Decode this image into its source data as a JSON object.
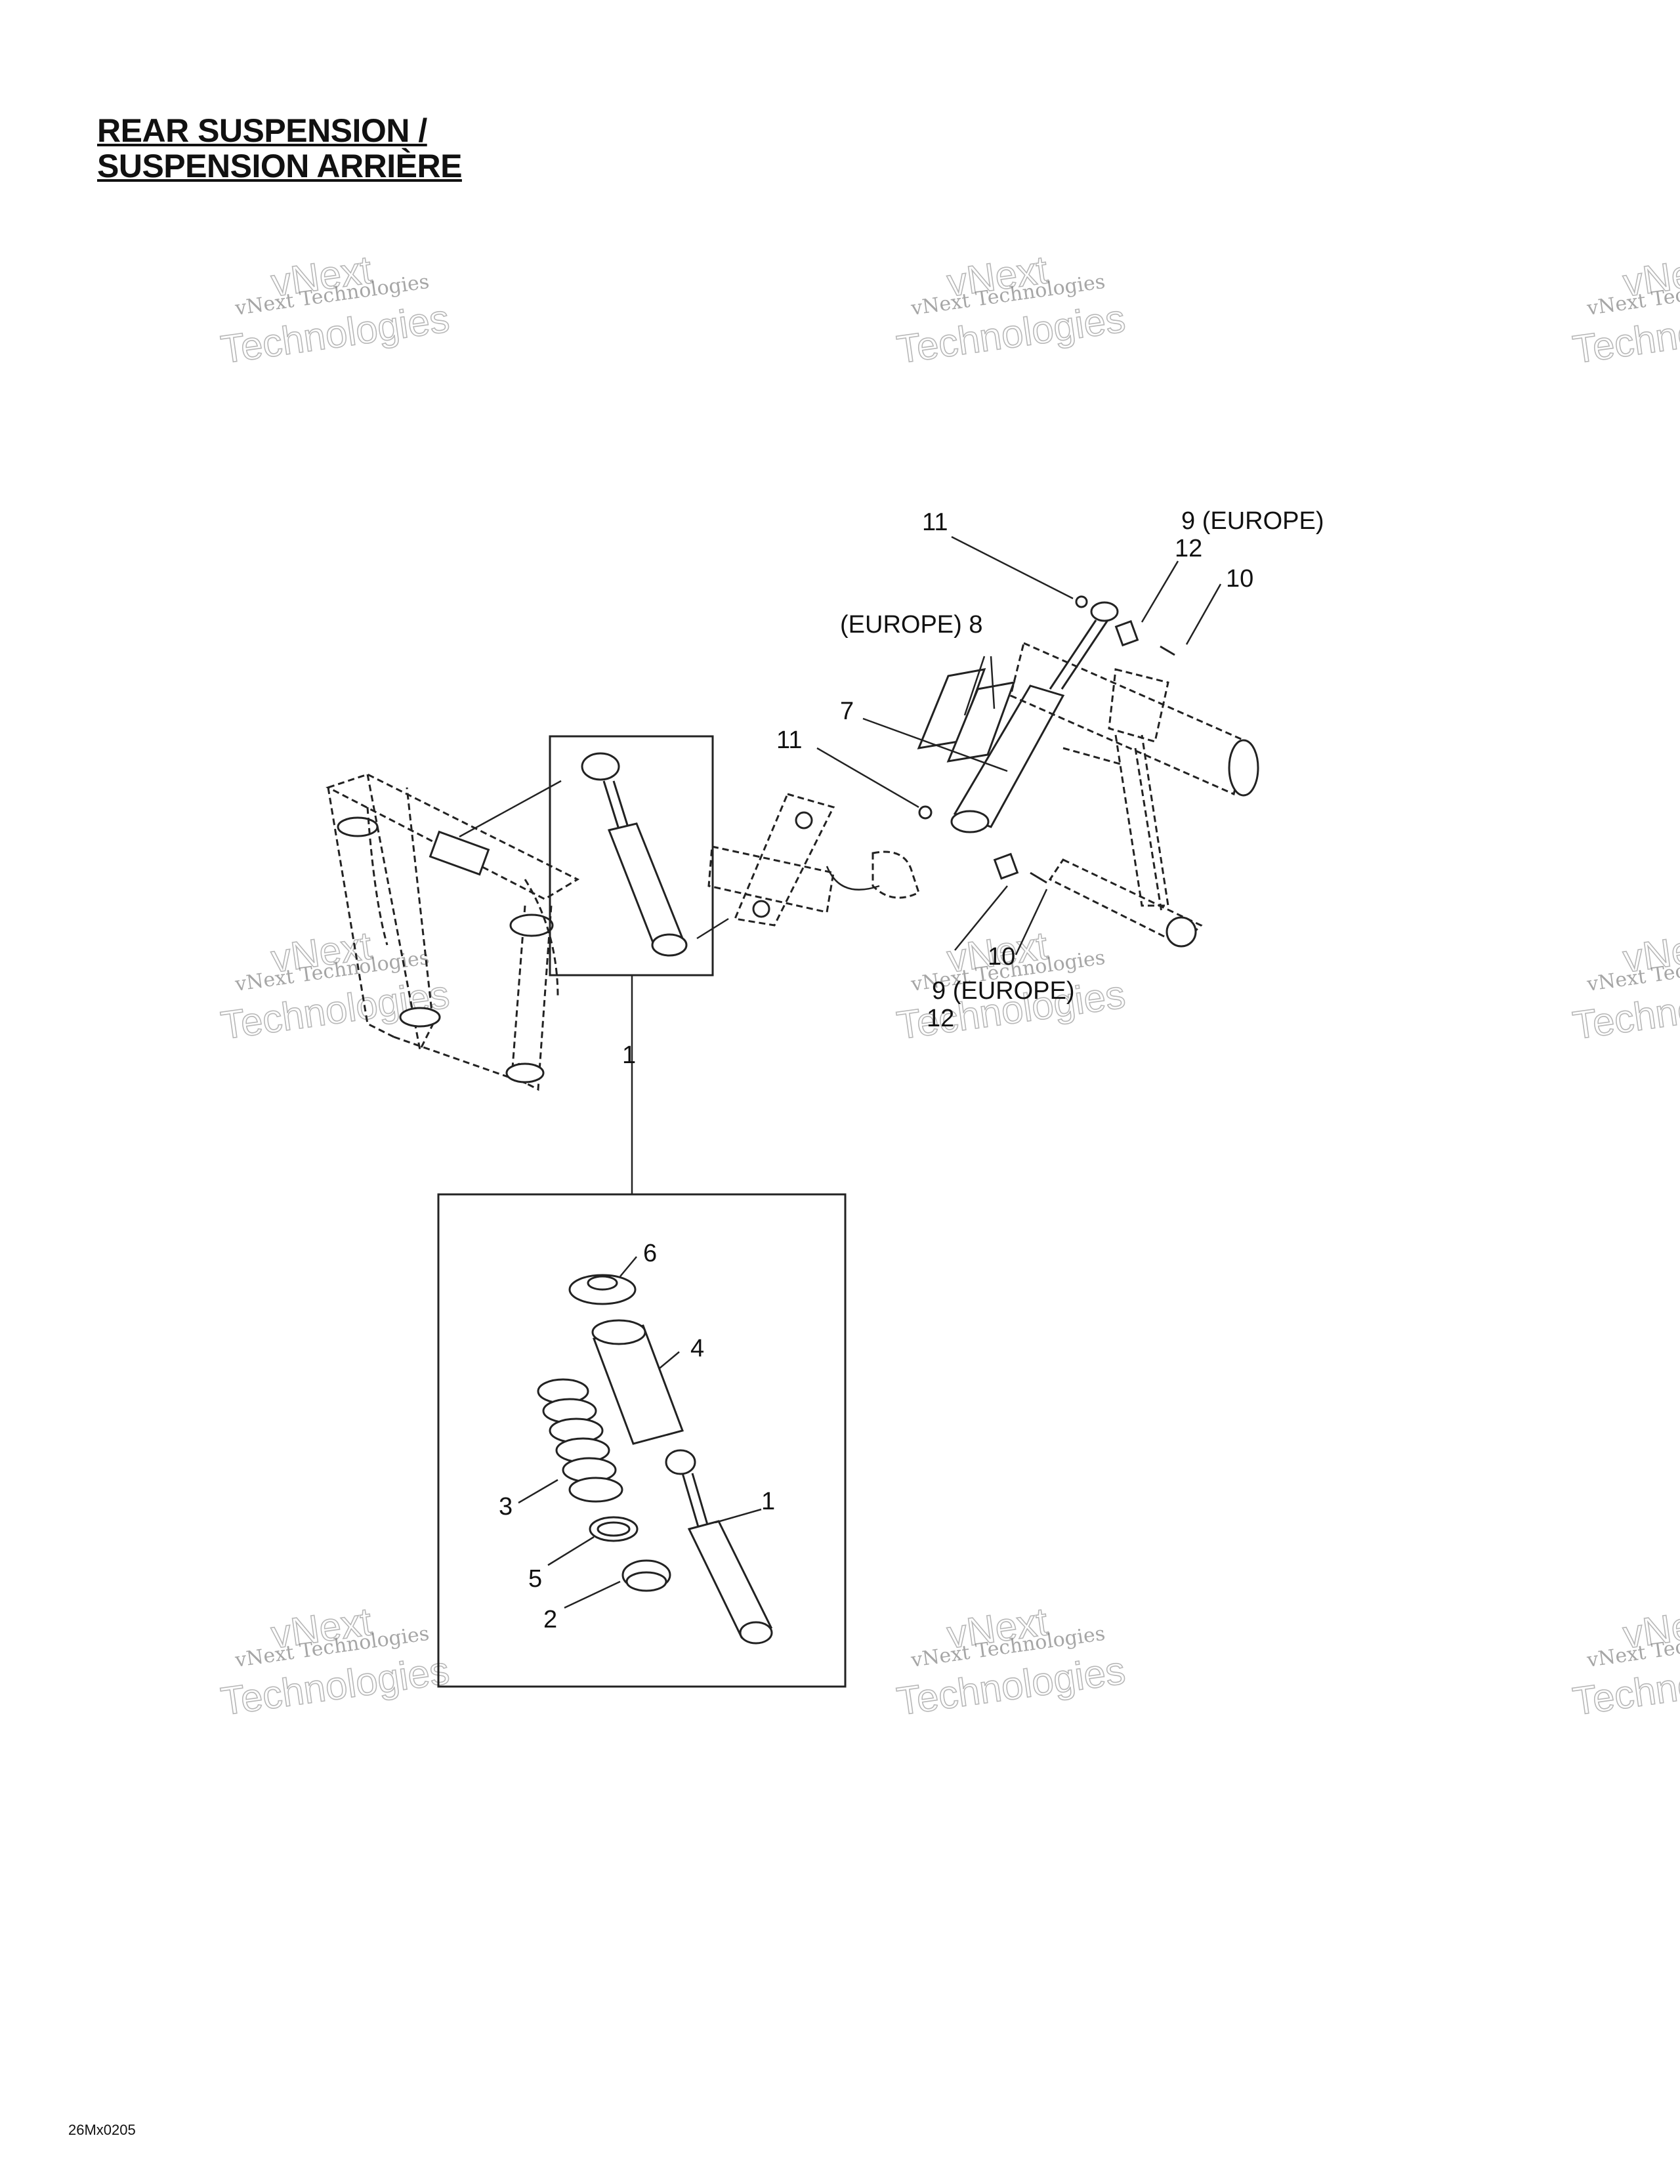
{
  "header": {
    "title_line1": "REAR SUSPENSION /",
    "title_line2": "SUSPENSION ARRIÈRE"
  },
  "callouts": {
    "c11_top": "11",
    "c9_europe_top": "9 (EUROPE)",
    "c12_top": "12",
    "c10_top": "10",
    "c8_europe": "(EUROPE) 8",
    "c7": "7",
    "c11_mid": "11",
    "c10_bottom": "10",
    "c9_europe_bottom": "9 (EUROPE)",
    "c12_bottom": "12",
    "c1_frame": "1",
    "c6": "6",
    "c4": "4",
    "c3": "3",
    "c1_detail": "1",
    "c5": "5",
    "c2": "2"
  },
  "watermark": {
    "line1": "vNext",
    "line2": "vNext Technologies",
    "line3": "Technologies"
  },
  "footer": {
    "part_code": "26Mx0205"
  }
}
